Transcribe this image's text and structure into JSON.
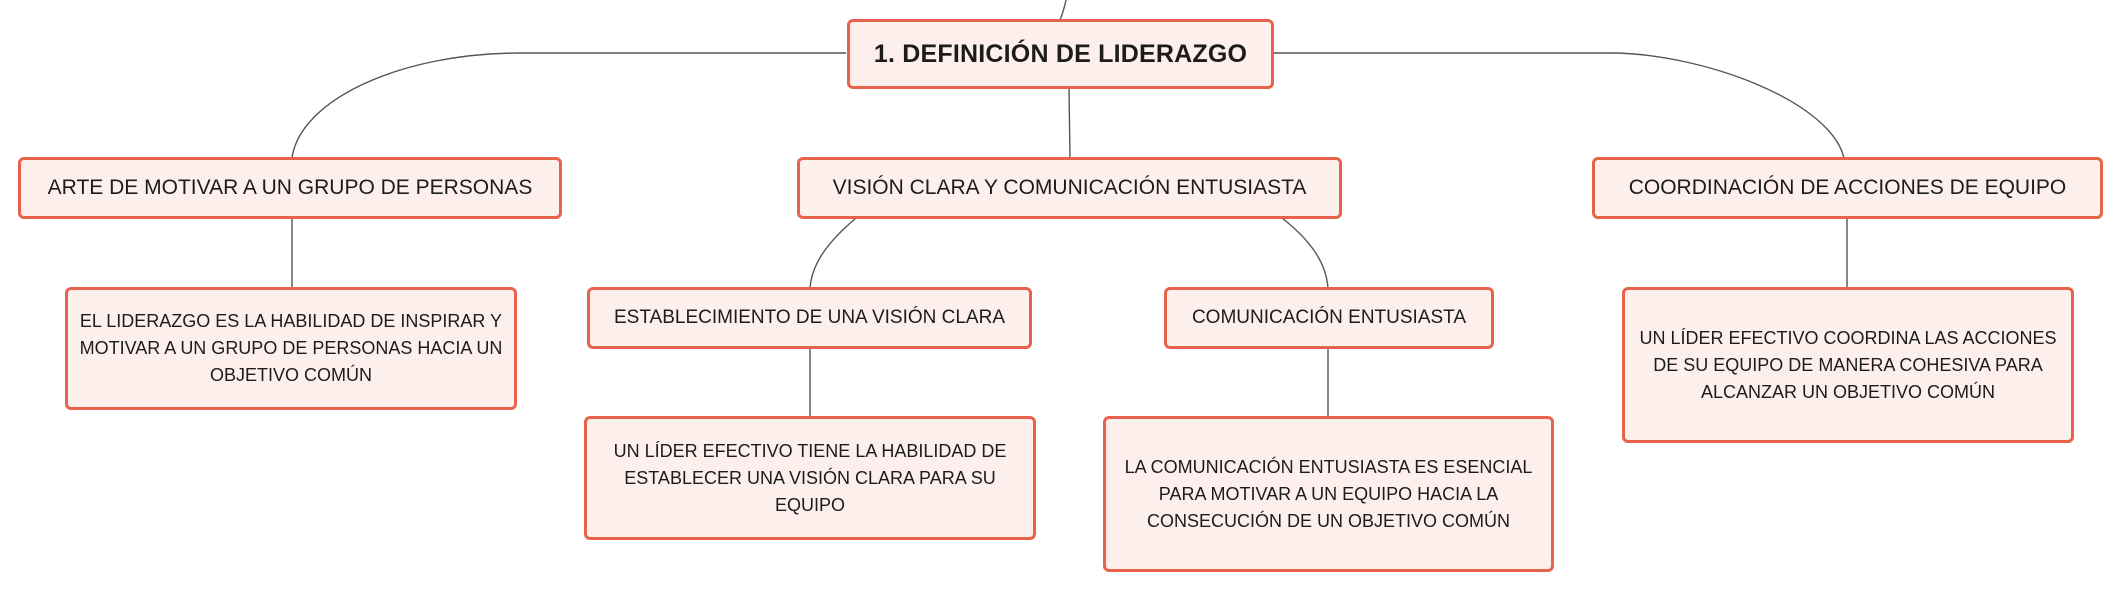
{
  "colors": {
    "node_border": "#e8634c",
    "node_fill": "#fdf0ec",
    "connector": "#555555"
  },
  "root": {
    "label": "1. DEFINICIÓN DE LIDERAZGO"
  },
  "branches": [
    {
      "label": "ARTE DE MOTIVAR A UN GRUPO DE PERSONAS",
      "children": [
        {
          "label": "EL LIDERAZGO ES LA HABILIDAD DE INSPIRAR Y MOTIVAR A UN GRUPO DE PERSONAS HACIA UN OBJETIVO COMÚN"
        }
      ]
    },
    {
      "label": "VISIÓN CLARA Y COMUNICACIÓN ENTUSIASTA",
      "children": [
        {
          "label": "ESTABLECIMIENTO DE UNA VISIÓN CLARA",
          "children": [
            {
              "label": "UN LÍDER EFECTIVO TIENE LA HABILIDAD DE ESTABLECER UNA VISIÓN CLARA PARA SU EQUIPO"
            }
          ]
        },
        {
          "label": "COMUNICACIÓN ENTUSIASTA",
          "children": [
            {
              "label": "LA COMUNICACIÓN ENTUSIASTA ES ESENCIAL PARA MOTIVAR A UN EQUIPO HACIA LA CONSECUCIÓN DE UN OBJETIVO COMÚN"
            }
          ]
        }
      ]
    },
    {
      "label": "COORDINACIÓN DE ACCIONES DE EQUIPO",
      "children": [
        {
          "label": "UN LÍDER EFECTIVO COORDINA LAS ACCIONES DE SU EQUIPO DE MANERA COHESIVA PARA ALCANZAR UN OBJETIVO COMÚN"
        }
      ]
    }
  ]
}
